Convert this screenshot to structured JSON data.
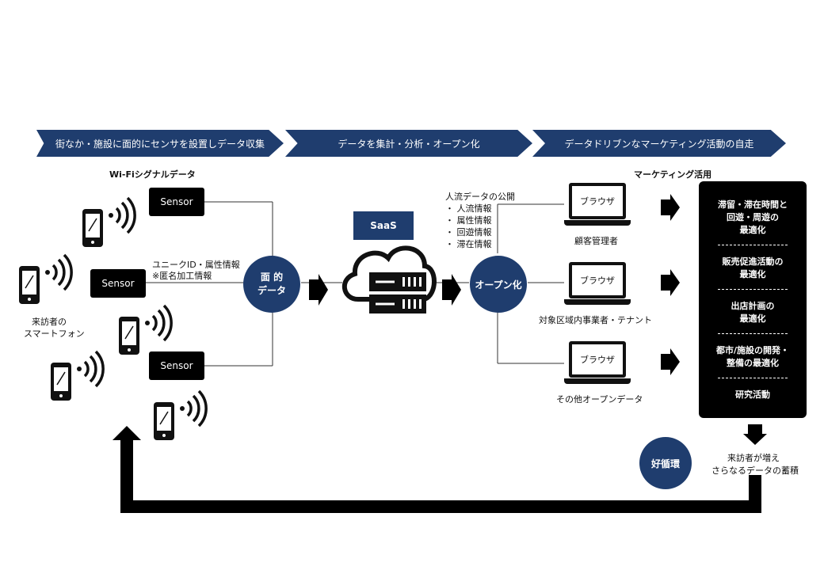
{
  "header": {
    "step1": "街なか・施設に面的にセンサを設置しデータ収集",
    "step2": "データを集計・分析・オープン化",
    "step3": "データドリブンなマーケティング活動の自走"
  },
  "left": {
    "wifi_title": "Wi-Fiシグナルデータ",
    "sensor_label": "Sensor",
    "visitor_label_1": "来訪者の",
    "visitor_label_2": "スマートフォン",
    "unique_info_1": "ユニークID・属性情報",
    "unique_info_2": "※匿名加工情報",
    "menteki_1": "面 的",
    "menteki_2": "データ"
  },
  "middle": {
    "saas_label": "SaaS",
    "open_label": "オープン化",
    "publish_title": "人流データの公開",
    "publish_items": [
      "・ 人流情報",
      "・ 属性情報",
      "・ 回遊情報",
      "・ 滞在情報"
    ]
  },
  "right": {
    "marketing_title": "マーケティング活用",
    "browser_label": "ブラウザ",
    "laptop1_caption": "顧客管理者",
    "laptop2_caption": "対象区域内事業者・テナント",
    "laptop3_caption": "その他オープンデータ",
    "panel_items": [
      "滞留・滞在時間と",
      "回遊・周遊の",
      "最適化",
      "販売促進活動の",
      "最適化",
      "出店計画の",
      "最適化",
      "都市/施設の開発・",
      "整備の最適化",
      "研究活動"
    ],
    "divider": "--------------",
    "result_1": "来訪者が増え",
    "result_2": "さらなるデータの蓄積"
  },
  "cycle_label": "好循環",
  "colors": {
    "navy": "#1f3d6e",
    "black": "#000000"
  },
  "icons": [
    "smartphone-icon",
    "wifi-signal-icon",
    "cloud-server-icon",
    "laptop-icon",
    "arrow-right-icon",
    "arrow-down-icon",
    "arrow-up-icon"
  ]
}
